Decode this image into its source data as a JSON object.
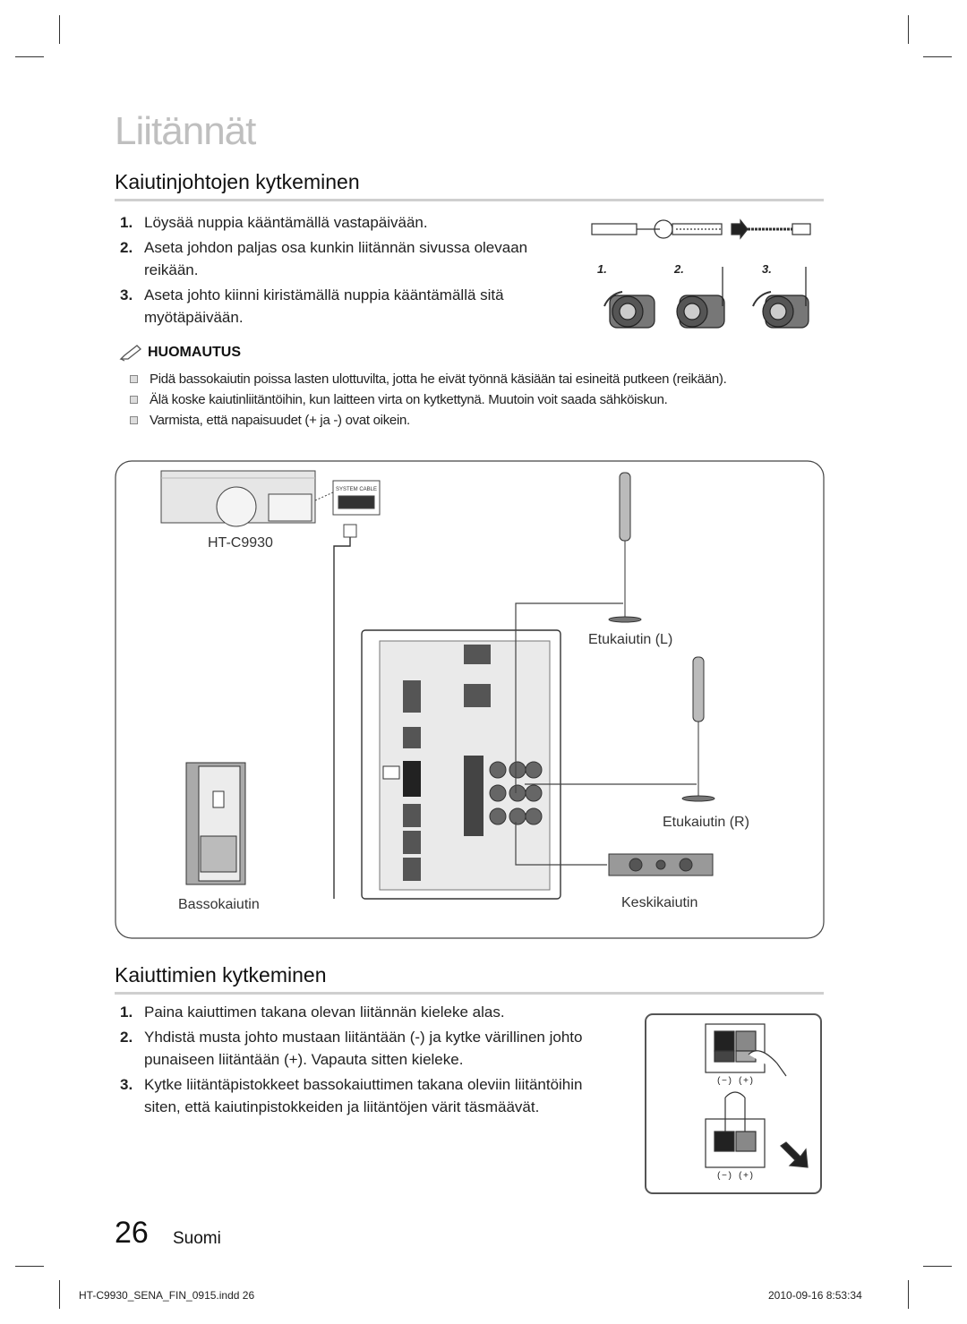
{
  "chapter_title": "Liitännät",
  "section1": {
    "heading": "Kaiutinjohtojen kytkeminen",
    "steps": [
      {
        "num": "1.",
        "text": "Löysää nuppia kääntämällä vastapäivään."
      },
      {
        "num": "2.",
        "text": "Aseta johdon paljas osa kunkin liitännän sivussa olevaan reikään."
      },
      {
        "num": "3.",
        "text": "Aseta johto kiinni kiristämällä nuppia kääntämällä sitä myötäpäivään."
      }
    ],
    "figure_step_labels": [
      "1.",
      "2.",
      "3."
    ]
  },
  "note": {
    "heading": "HUOMAUTUS",
    "items": [
      "Pidä bassokaiutin poissa lasten ulottuvilta, jotta he eivät työnnä käsiään tai esineitä putkeen (reikään).",
      "Älä koske kaiutinliitäntöihin, kun laitteen virta on kytkettynä. Muutoin voit saada sähköiskun.",
      "Varmista, että napaisuudet (+ ja -) ovat oikein."
    ]
  },
  "diagram": {
    "main_unit": "HT-C9930",
    "system_cable": "SYSTEM CABLE",
    "front_left": "Etukaiutin (L)",
    "front_right": "Etukaiutin (R)",
    "subwoofer": "Bassokaiutin",
    "center": "Keskikaiutin"
  },
  "section2": {
    "heading": "Kaiuttimien kytkeminen",
    "steps": [
      {
        "num": "1.",
        "text": "Paina kaiuttimen takana olevan liitännän kieleke alas."
      },
      {
        "num": "2.",
        "text": "Yhdistä musta johto mustaan liitäntään (-) ja kytke värillinen johto punaiseen liitäntään (+). Vapauta sitten kieleke."
      },
      {
        "num": "3.",
        "text": "Kytke liitäntäpistokkeet bassokaiuttimen takana oleviin liitäntöihin siten, että kaiutinpistokkeiden ja liitäntöjen värit täsmäävät."
      }
    ],
    "polarity_label": "(−) (+)"
  },
  "page": {
    "number": "26",
    "language": "Suomi"
  },
  "footer": {
    "file": "HT-C9930_SENA_FIN_0915.indd   26",
    "date": "2010-09-16     8:53:34"
  }
}
